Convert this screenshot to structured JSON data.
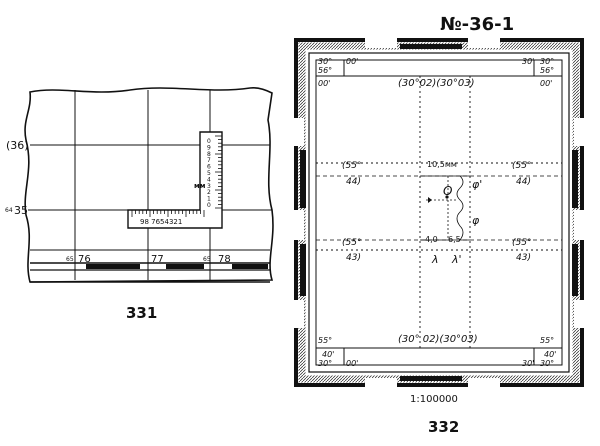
{
  "figure_331": {
    "caption": "331",
    "row_labels": [
      "(36)",
      "35"
    ],
    "row_label_prefix": "64",
    "col_labels": [
      "76",
      "77",
      "78"
    ],
    "col_label_prefixes": [
      "65",
      "65"
    ],
    "ruler_unit": "мм",
    "ruler_vertical_digits": [
      "0",
      "9",
      "8",
      "7",
      "6",
      "5",
      "4",
      "3",
      "2",
      "1",
      "0"
    ],
    "ruler_horizontal_digits": "98 7654321"
  },
  "figure_332": {
    "caption": "332",
    "sheet_number": "№-36-1",
    "scale": "1:100000",
    "corner_tl": [
      "30°",
      "56°",
      "00'"
    ],
    "corner_tl_min": "00'",
    "corner_tr": [
      "30°",
      "56°",
      "00'"
    ],
    "corner_tr_min": "30'",
    "corner_bl": [
      "55°",
      "40'",
      "30°"
    ],
    "corner_bl_min": "00'",
    "corner_br": [
      "55°",
      "40'",
      "30°"
    ],
    "corner_br_min": "30'",
    "top_frame_label": "(30°02)(30°03)",
    "bottom_frame_label": "(30° 02)(30°03)",
    "left_upper": [
      "(55°",
      "44)"
    ],
    "left_lower": [
      "(55°",
      "43)"
    ],
    "right_upper": [
      "(55°",
      "44)"
    ],
    "right_lower": [
      "(55°",
      "43)"
    ],
    "measure_top": "10,5мм",
    "measure_bottom": [
      "4,0",
      "6,5"
    ],
    "point_label": "O",
    "phi_prime": "φ'",
    "phi": "φ",
    "lambda": "λ",
    "lambda_prime": "λ'"
  }
}
